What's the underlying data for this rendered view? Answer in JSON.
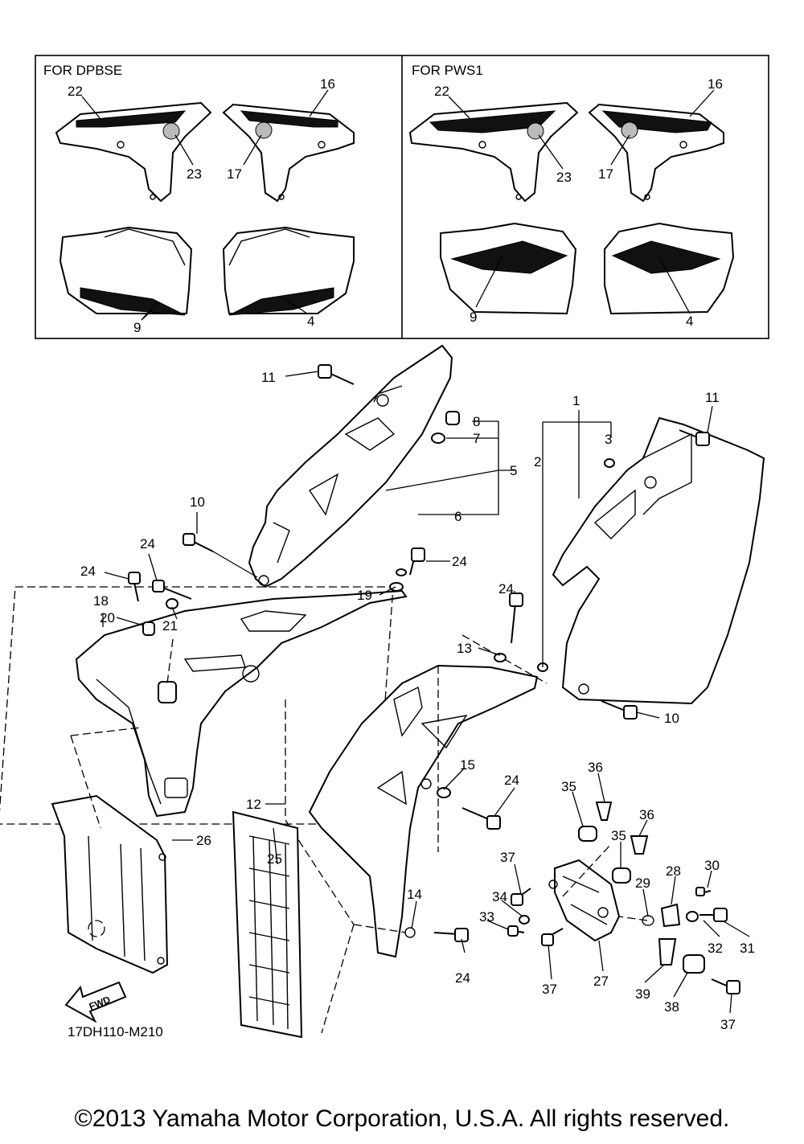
{
  "inset": {
    "left_title": "FOR DPBSE",
    "right_title": "FOR PWS1"
  },
  "callouts": {
    "c22a": "22",
    "c16a": "16",
    "c23a": "23",
    "c17a": "17",
    "c9a": "9",
    "c4a": "4",
    "c22b": "22",
    "c16b": "16",
    "c23b": "23",
    "c17b": "17",
    "c9b": "9",
    "c4b": "4",
    "c11a": "11",
    "c8": "8",
    "c7": "7",
    "c5": "5",
    "c6": "6",
    "c10a": "10",
    "c24a": "24",
    "c24b": "24",
    "c24c": "24",
    "c18": "18",
    "c20": "20",
    "c21": "21",
    "c19": "19",
    "c1": "1",
    "c2": "2",
    "c3": "3",
    "c11b": "11",
    "c24d": "24",
    "c13": "13",
    "c10b": "10",
    "c15": "15",
    "c24e": "24",
    "c12": "12",
    "c26": "26",
    "c25": "25",
    "c36a": "36",
    "c35a": "35",
    "c36b": "36",
    "c35b": "35",
    "c37a": "37",
    "c28": "28",
    "c30": "30",
    "c29": "29",
    "c34": "34",
    "c33": "33",
    "c14": "14",
    "c24f": "24",
    "c32": "32",
    "c31": "31",
    "c37b": "37",
    "c27": "27",
    "c39": "39",
    "c38": "38",
    "c37c": "37"
  },
  "reference_code": "17DH110-M210",
  "fwd_label": "FWD",
  "copyright": "©2013 Yamaha Motor Corporation, U.S.A. All rights reserved."
}
